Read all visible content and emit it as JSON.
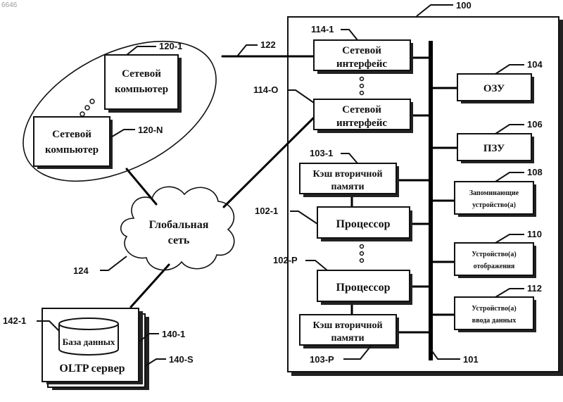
{
  "corner_mark": "6646",
  "system": {
    "id": "100"
  },
  "bus": {
    "id": "101"
  },
  "network_link": {
    "id": "122"
  },
  "nodes": {
    "net_if_1": {
      "line1": "Сетевой",
      "line2": "интерфейс",
      "id": "114-1"
    },
    "net_if_o": {
      "line1": "Сетевой",
      "line2": "интерфейс",
      "id": "114-O"
    },
    "ram": {
      "label": "ОЗУ",
      "id": "104"
    },
    "rom": {
      "label": "ПЗУ",
      "id": "106"
    },
    "storage": {
      "line1": "Запоминающие",
      "line2": "устройство(а)",
      "id": "108"
    },
    "display": {
      "line1": "Устройство(а)",
      "line2": "отображения",
      "id": "110"
    },
    "input": {
      "line1": "Устройство(а)",
      "line2": "ввода данных",
      "id": "112"
    },
    "cache_1": {
      "line1": "Кэш вторичной",
      "line2": "памяти",
      "id": "103-1"
    },
    "cache_p": {
      "line1": "Кэш вторичной",
      "line2": "памяти",
      "id": "103-P"
    },
    "cpu_1": {
      "label": "Процессор",
      "id": "102-1"
    },
    "cpu_p": {
      "label": "Процессор",
      "id": "102-P"
    },
    "netpc_1": {
      "line1": "Сетевой",
      "line2": "компьютер",
      "id": "120-1"
    },
    "netpc_n": {
      "line1": "Сетевой",
      "line2": "компьютер",
      "id": "120-N"
    },
    "cloud": {
      "line1": "Глобальная",
      "line2": "сеть",
      "id": "124"
    },
    "database": {
      "label": "База данных",
      "id": "142-1"
    },
    "oltp": {
      "label": "OLTP сервер",
      "id": "140-1",
      "stack_id": "140-S"
    }
  }
}
